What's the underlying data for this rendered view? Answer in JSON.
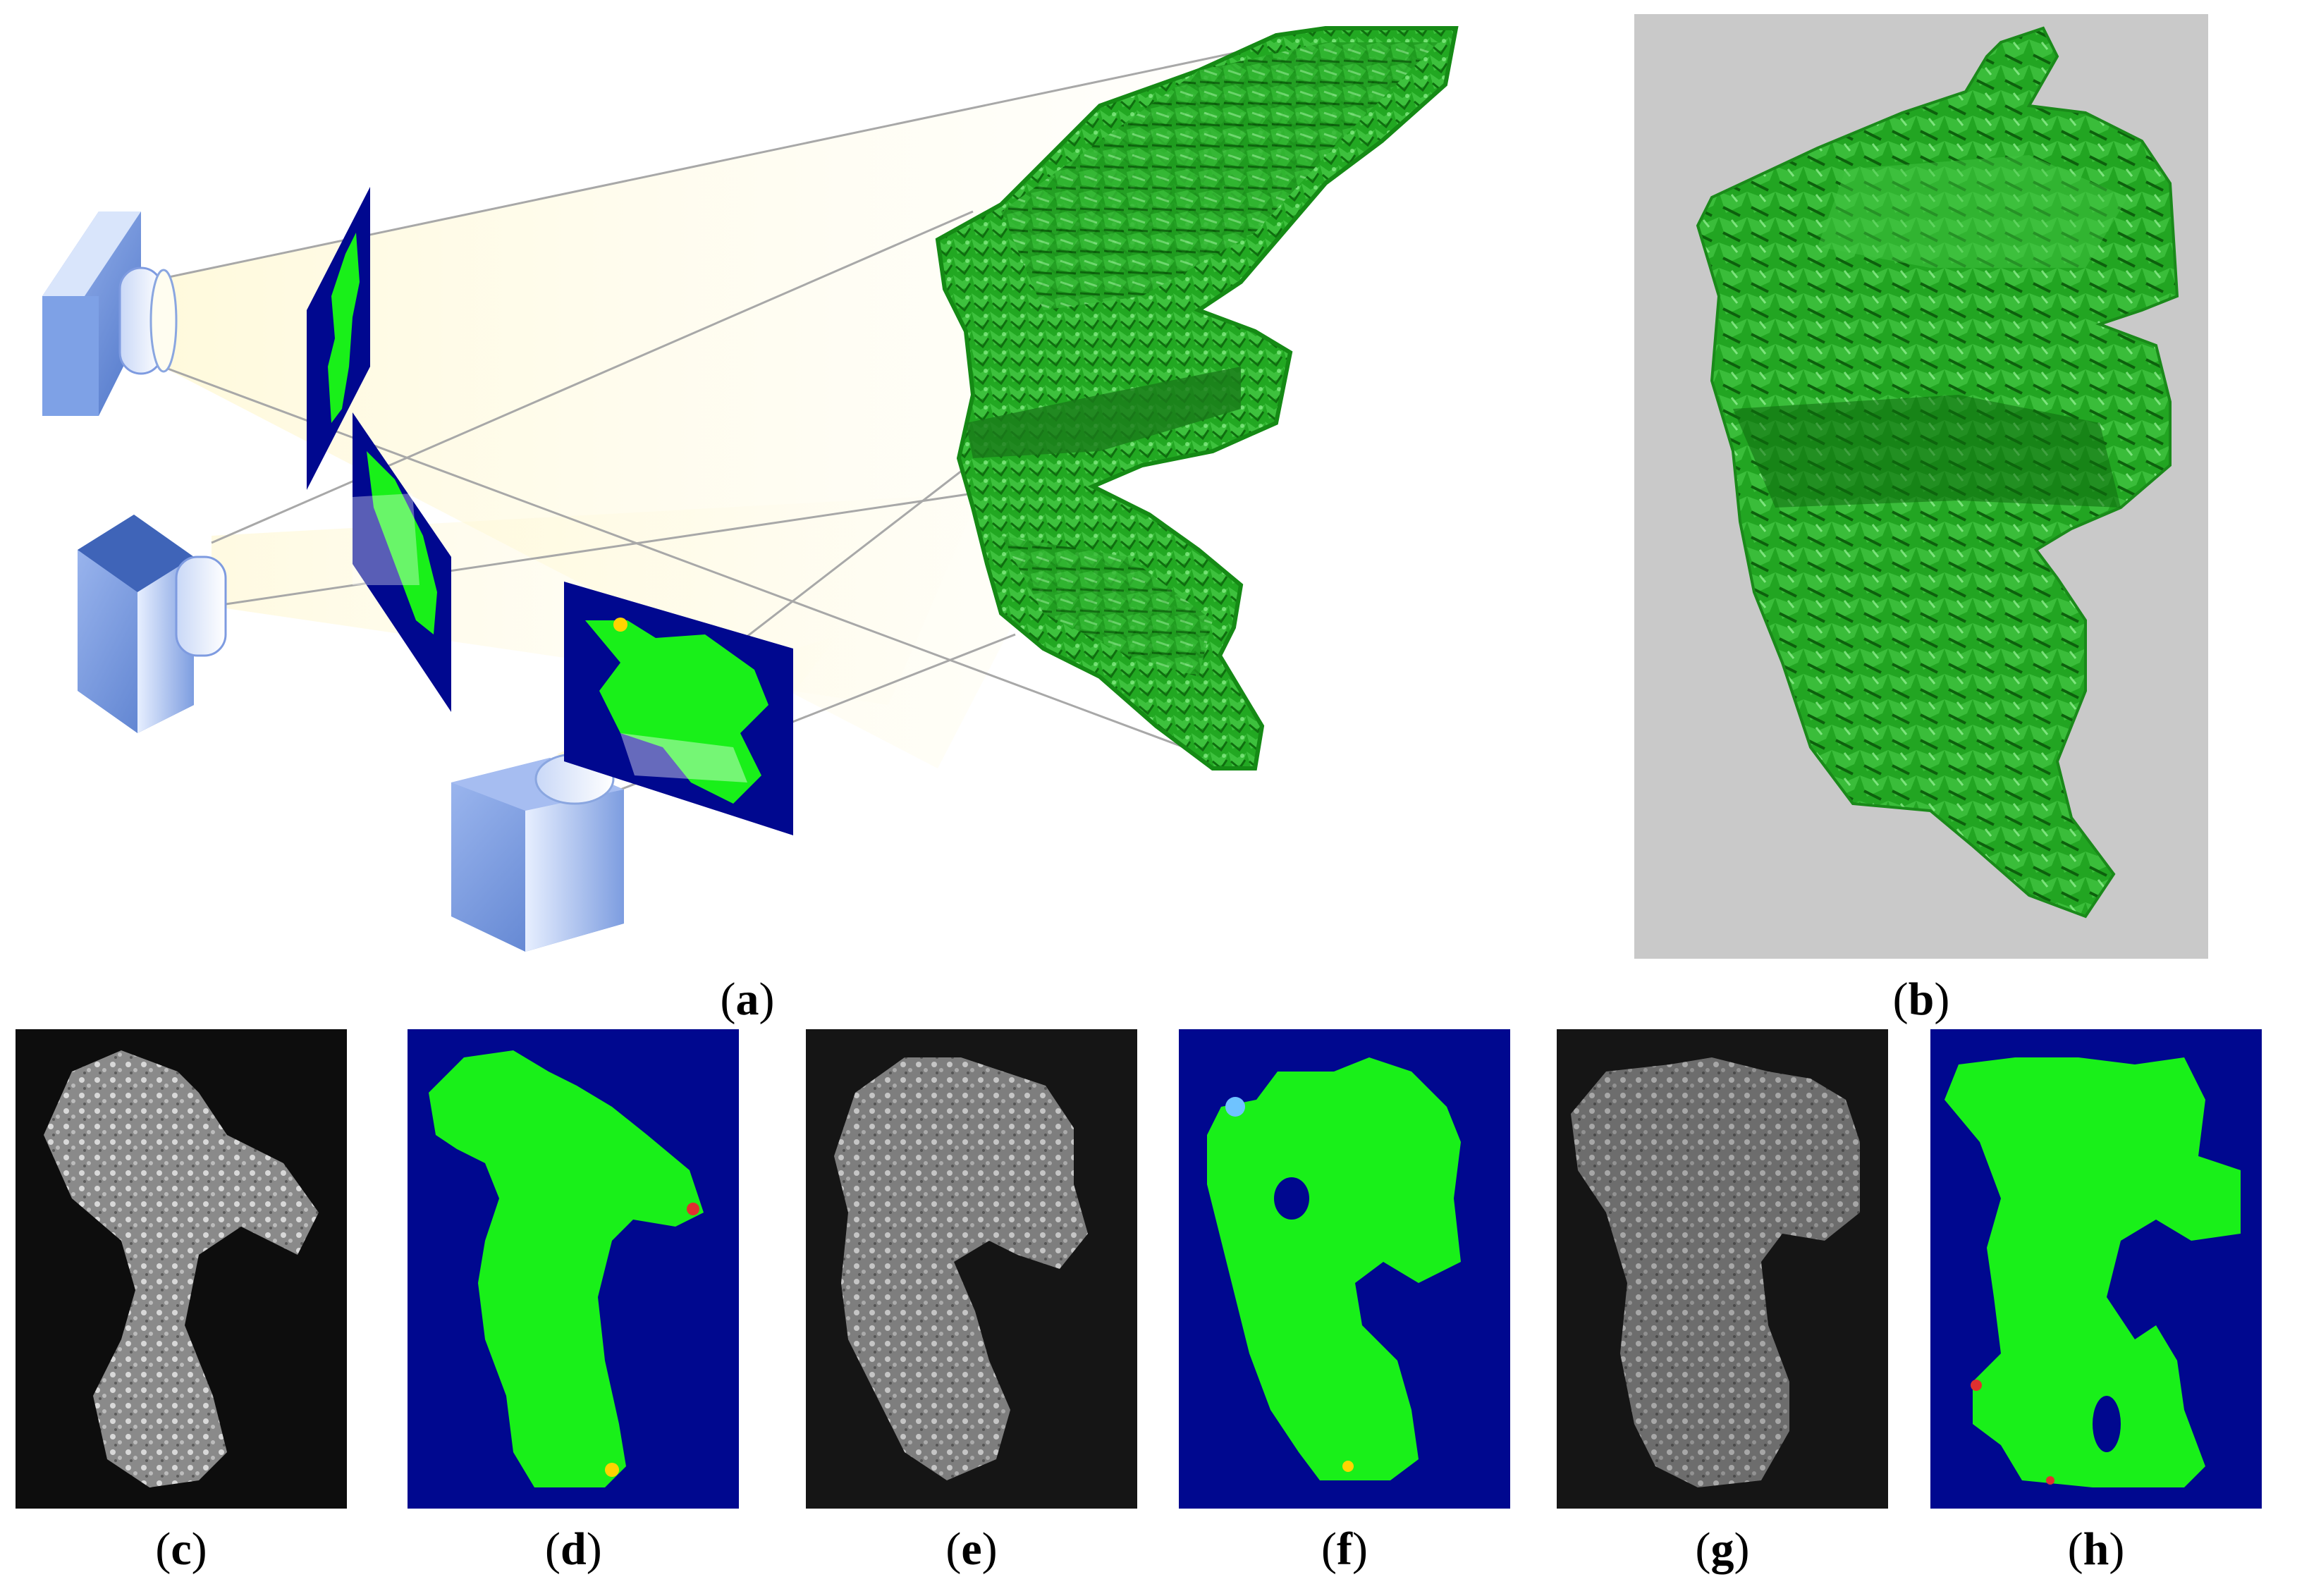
{
  "captions": {
    "a": {
      "open": "(",
      "label": "a",
      "close": ")"
    },
    "b": {
      "open": "(",
      "label": "b",
      "close": ")"
    },
    "c": {
      "open": "(",
      "label": "c",
      "close": ")"
    },
    "d": {
      "open": "(",
      "label": "d",
      "close": ")"
    },
    "e": {
      "open": "(",
      "label": "e",
      "close": ")"
    },
    "f": {
      "open": "(",
      "label": "f",
      "close": ")"
    },
    "g": {
      "open": "(",
      "label": "g",
      "close": ")"
    },
    "h": {
      "open": "(",
      "label": "h",
      "close": ")"
    }
  },
  "colors": {
    "reconstruction_green": "#22b022",
    "mask_green": "#19f019",
    "mask_background": "#00088f",
    "camera_blue": "#6f95df",
    "render_background": "#c9c9c9"
  }
}
